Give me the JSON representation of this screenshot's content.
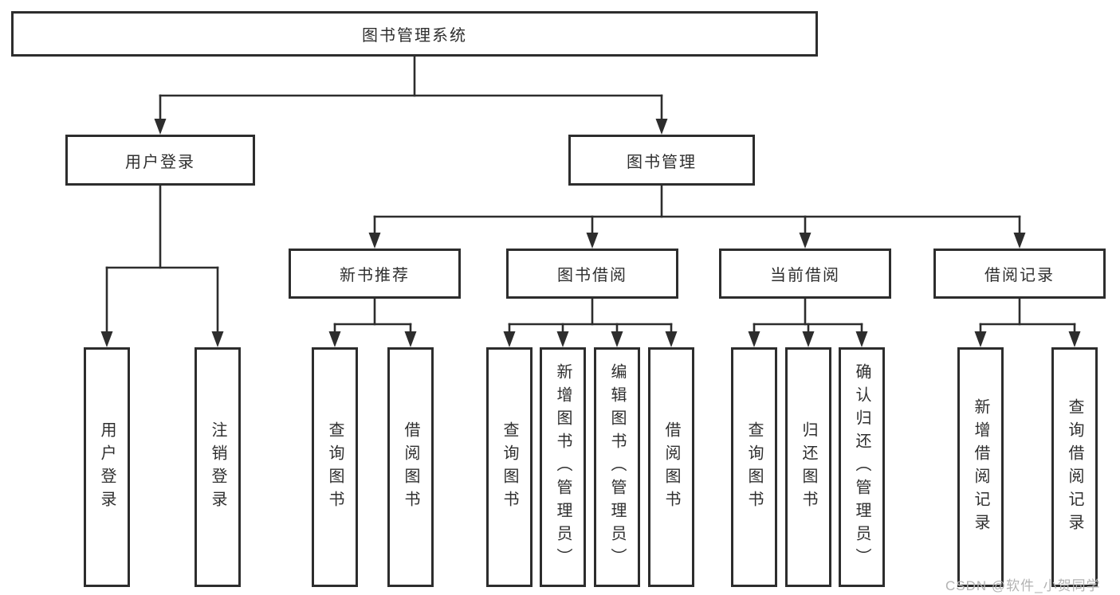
{
  "tree": {
    "root": {
      "label": "图书管理系统",
      "children": [
        {
          "label": "用户登录",
          "children": [
            {
              "label": "用户登录"
            },
            {
              "label": "注销登录"
            }
          ]
        },
        {
          "label": "图书管理",
          "children": [
            {
              "label": "新书推荐",
              "children": [
                {
                  "label": "查询图书"
                },
                {
                  "label": "借阅图书"
                }
              ]
            },
            {
              "label": "图书借阅",
              "children": [
                {
                  "label": "查询图书"
                },
                {
                  "label": "新增图书（管理员）"
                },
                {
                  "label": "编辑图书（管理员）"
                },
                {
                  "label": "借阅图书"
                }
              ]
            },
            {
              "label": "当前借阅",
              "children": [
                {
                  "label": "查询图书"
                },
                {
                  "label": "归还图书"
                },
                {
                  "label": "确认归还（管理员）"
                }
              ]
            },
            {
              "label": "借阅记录",
              "children": [
                {
                  "label": "新增借阅记录"
                },
                {
                  "label": "查询借阅记录"
                }
              ]
            }
          ]
        }
      ]
    }
  },
  "watermark": {
    "text": "CSDN @软件_小贺同学",
    "color": "#b3b3b3"
  },
  "colors": {
    "line": "#2d2d2d",
    "border": "#2d2d2d",
    "text": "#2f2f2f",
    "background": "#ffffff"
  }
}
